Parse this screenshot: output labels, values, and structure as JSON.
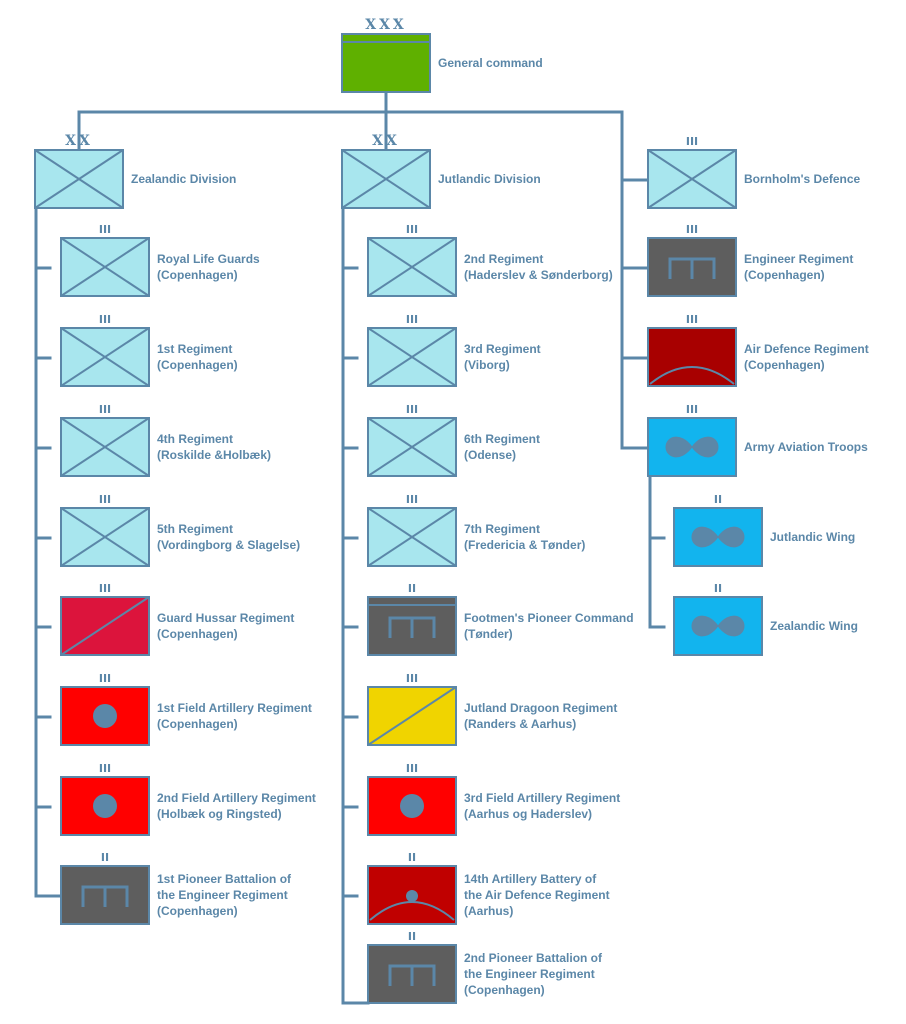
{
  "colors": {
    "line": "#5b87a8",
    "infantry": "#a8e6ee",
    "command": "#5fb000",
    "engineer": "#5e5e5e",
    "air_defence": "#c00000",
    "air_defence_dark": "#a80000",
    "aviation": "#12b4ee",
    "guard_hussar": "#dc143c",
    "artillery": "#ff0000",
    "dragoon": "#f0d400"
  },
  "units": [
    {
      "id": "general-command",
      "echelon": "XXX",
      "type": "command",
      "lines": [
        "General command"
      ]
    },
    {
      "id": "zealandic-division",
      "echelon": "XX",
      "type": "infantry",
      "lines": [
        "Zealandic Division"
      ]
    },
    {
      "id": "jutlandic-division",
      "echelon": "XX",
      "type": "infantry",
      "lines": [
        "Jutlandic Division"
      ]
    },
    {
      "id": "bornholms-defence",
      "echelon": "III",
      "type": "infantry",
      "lines": [
        "Bornholm's Defence"
      ]
    },
    {
      "id": "royal-life-guards",
      "echelon": "III",
      "type": "infantry",
      "lines": [
        "Royal Life Guards",
        "(Copenhagen)"
      ]
    },
    {
      "id": "1st-regiment",
      "echelon": "III",
      "type": "infantry",
      "lines": [
        "1st Regiment",
        "(Copenhagen)"
      ]
    },
    {
      "id": "4th-regiment",
      "echelon": "III",
      "type": "infantry",
      "lines": [
        "4th Regiment",
        "(Roskilde &Holbæk)"
      ]
    },
    {
      "id": "5th-regiment",
      "echelon": "III",
      "type": "infantry",
      "lines": [
        "5th Regiment",
        "(Vordingborg & Slagelse)"
      ]
    },
    {
      "id": "guard-hussar-regiment",
      "echelon": "III",
      "type": "guard_hussar",
      "lines": [
        "Guard Hussar Regiment",
        "(Copenhagen)"
      ]
    },
    {
      "id": "1st-field-artillery",
      "echelon": "III",
      "type": "artillery",
      "lines": [
        "1st Field Artillery Regiment",
        "(Copenhagen)"
      ]
    },
    {
      "id": "2nd-field-artillery",
      "echelon": "III",
      "type": "artillery",
      "lines": [
        "2nd Field Artillery Regiment",
        "(Holbæk og Ringsted)"
      ]
    },
    {
      "id": "1st-pioneer-battalion",
      "echelon": "II",
      "type": "engineer",
      "lines": [
        "1st Pioneer Battalion of",
        "the Engineer Regiment",
        "(Copenhagen)"
      ]
    },
    {
      "id": "2nd-regiment",
      "echelon": "III",
      "type": "infantry",
      "lines": [
        "2nd Regiment",
        "(Haderslev & Sønderborg)"
      ]
    },
    {
      "id": "3rd-regiment",
      "echelon": "III",
      "type": "infantry",
      "lines": [
        "3rd Regiment",
        "(Viborg)"
      ]
    },
    {
      "id": "6th-regiment",
      "echelon": "III",
      "type": "infantry",
      "lines": [
        "6th Regiment",
        "(Odense)"
      ]
    },
    {
      "id": "7th-regiment",
      "echelon": "III",
      "type": "infantry",
      "lines": [
        "7th Regiment",
        "(Fredericia & Tønder)"
      ]
    },
    {
      "id": "footmens-pioneer-command",
      "echelon": "II",
      "type": "engineer_band",
      "lines": [
        "Footmen's Pioneer Command",
        "(Tønder)"
      ]
    },
    {
      "id": "jutland-dragoon-regiment",
      "echelon": "III",
      "type": "dragoon",
      "lines": [
        "Jutland Dragoon Regiment",
        "(Randers & Aarhus)"
      ]
    },
    {
      "id": "3rd-field-artillery",
      "echelon": "III",
      "type": "artillery",
      "lines": [
        "3rd Field Artillery Regiment",
        "(Aarhus og Haderslev)"
      ]
    },
    {
      "id": "14th-artillery-battery",
      "echelon": "II",
      "type": "air_defence_battery",
      "lines": [
        "14th Artillery Battery of",
        "the Air Defence Regiment",
        "(Aarhus)"
      ]
    },
    {
      "id": "2nd-pioneer-battalion",
      "echelon": "II",
      "type": "engineer",
      "lines": [
        "2nd Pioneer Battalion of",
        "the Engineer Regiment",
        "(Copenhagen)"
      ]
    },
    {
      "id": "engineer-regiment",
      "echelon": "III",
      "type": "engineer",
      "lines": [
        "Engineer Regiment",
        "(Copenhagen)"
      ]
    },
    {
      "id": "air-defence-regiment",
      "echelon": "III",
      "type": "air_defence",
      "lines": [
        "Air Defence Regiment",
        "(Copenhagen)"
      ]
    },
    {
      "id": "army-aviation-troops",
      "echelon": "III",
      "type": "aviation",
      "lines": [
        "Army Aviation Troops"
      ]
    },
    {
      "id": "jutlandic-wing",
      "echelon": "II",
      "type": "aviation",
      "lines": [
        "Jutlandic Wing"
      ]
    },
    {
      "id": "zealandic-wing",
      "echelon": "II",
      "type": "aviation",
      "lines": [
        "Zealandic Wing"
      ]
    }
  ]
}
